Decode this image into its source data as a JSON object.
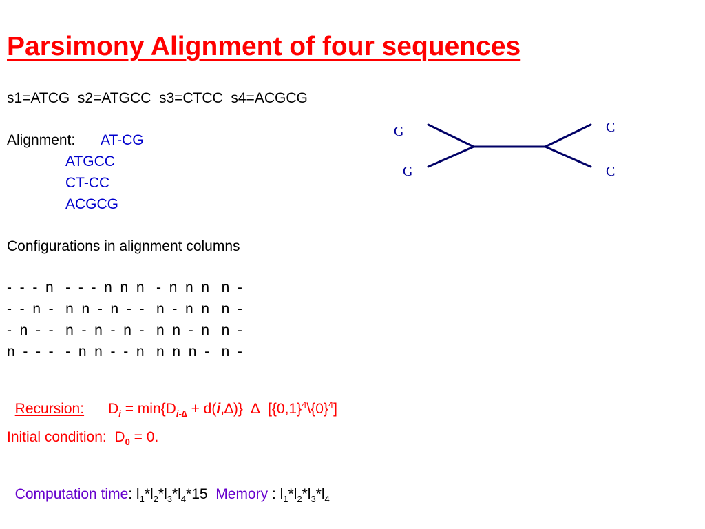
{
  "title": "Parsimony Alignment of four sequences",
  "sequences_line": "s1=ATCG  s2=ATGCC  s3=CTCC  s4=ACGCG",
  "alignment": {
    "label": "Alignment:",
    "rows": [
      "AT-CG",
      "ATGCC",
      "CT-CC",
      "ACGCG"
    ]
  },
  "configurations_heading": "Configurations in alignment columns",
  "configurations": [
    "-  -  -  n   -  -  -  n  n  n   -  n  n  n   n  -",
    "-  -  n  -   n  n  -  n  -  -   n  -  n  n   n  -",
    "-  n  -  -   n  -  n  -  n  -   n  n  -  n   n  -",
    "n  -  -  -   -  n  n  -  -  n   n  n  n  -   n  -"
  ],
  "recursion": {
    "label": "Recursion:",
    "D": "D",
    "i": "i",
    "eq_min": " = min{D",
    "sub_i_minus": "i-∆",
    "plus_d": " + d(",
    "i2": "i",
    "delta_close": ",∆)}  ∆  [{0,1}",
    "sup4a": "4",
    "mid": "\\{0}",
    "sup4b": "4",
    "end": "]"
  },
  "initial_condition": {
    "label": "Initial condition:  D",
    "sub": "0",
    "rest": " = 0."
  },
  "computation": {
    "label": "Computation time",
    "colon": ": ",
    "formula_parts": [
      "l",
      "1",
      "*l",
      "2",
      "*l",
      "3",
      "*l",
      "4",
      "*15  "
    ],
    "memory_label": "Memory",
    "memory_colon": " : ",
    "memory_parts": [
      "l",
      "1",
      "*l",
      "2",
      "*l",
      "3",
      "*l",
      "4"
    ]
  },
  "tree": {
    "labels": {
      "top_left": "G",
      "bottom_left": "G",
      "top_right": "C",
      "bottom_right": "C"
    },
    "color": "#000066"
  }
}
